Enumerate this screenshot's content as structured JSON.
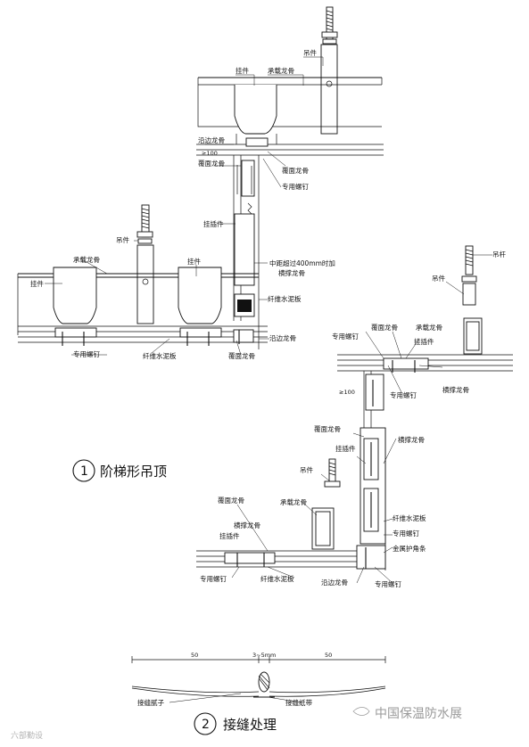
{
  "labels": {
    "top": {
      "hanger": "吊件",
      "load_keel": "承载龙骨",
      "clip": "挂件",
      "edge_keel": "沿边龙骨",
      "dim_100": "≥100",
      "cover_keel_left": "覆面龙骨",
      "cover_keel_right": "覆面龙骨",
      "screw": "专用螺钉"
    },
    "mid": {
      "plug": "挂插件",
      "note_line1": "中距超过400mm时加",
      "note_line2": "横撑龙骨",
      "fiber_board": "纤维水泥板",
      "edge_keel": "沿边龙骨",
      "cover_keel": "覆面龙骨",
      "screw": "专用螺钉",
      "fiber_board_bottom": "纤维水泥板"
    },
    "left": {
      "hanger": "吊件",
      "load_keel": "承载龙骨",
      "clip_left": "挂件",
      "clip_right": "挂件"
    },
    "right_top": {
      "rod": "吊杆",
      "hanger": "吊件",
      "cover_keel": "覆面龙骨",
      "load_keel": "承载龙骨",
      "screw": "专用螺钉",
      "plug": "挂插件",
      "screw2": "专用螺钉",
      "cross_keel": "横撑龙骨",
      "dim_100": "≥100"
    },
    "right_bottom": {
      "cover_keel_top": "覆面龙骨",
      "cross_keel": "横撑龙骨",
      "plug": "挂插件",
      "hanger": "吊件",
      "load_keel": "承载龙骨",
      "cover_keel": "覆面龙骨",
      "cross_keel_left": "横撑龙骨",
      "plug_left": "挂插件",
      "fiber_board": "纤维水泥板",
      "screw": "专用螺钉",
      "corner": "金属护角条",
      "screw_left": "专用螺钉",
      "fiber_board_bottom": "纤维水泥板",
      "edge_keel": "沿边龙骨",
      "screw_right": "专用螺钉"
    },
    "joint": {
      "dim_left": "50",
      "dim_gap": "3~5mm",
      "dim_right": "50",
      "putty": "接缝腻子",
      "tape": "接缝纸带"
    }
  },
  "titles": {
    "one_num": "1",
    "one_text": "阶梯形吊顶",
    "two_num": "2",
    "two_text": "接缝处理"
  },
  "watermark": {
    "left": "六部勤设",
    "right": "中国保温防水展"
  }
}
